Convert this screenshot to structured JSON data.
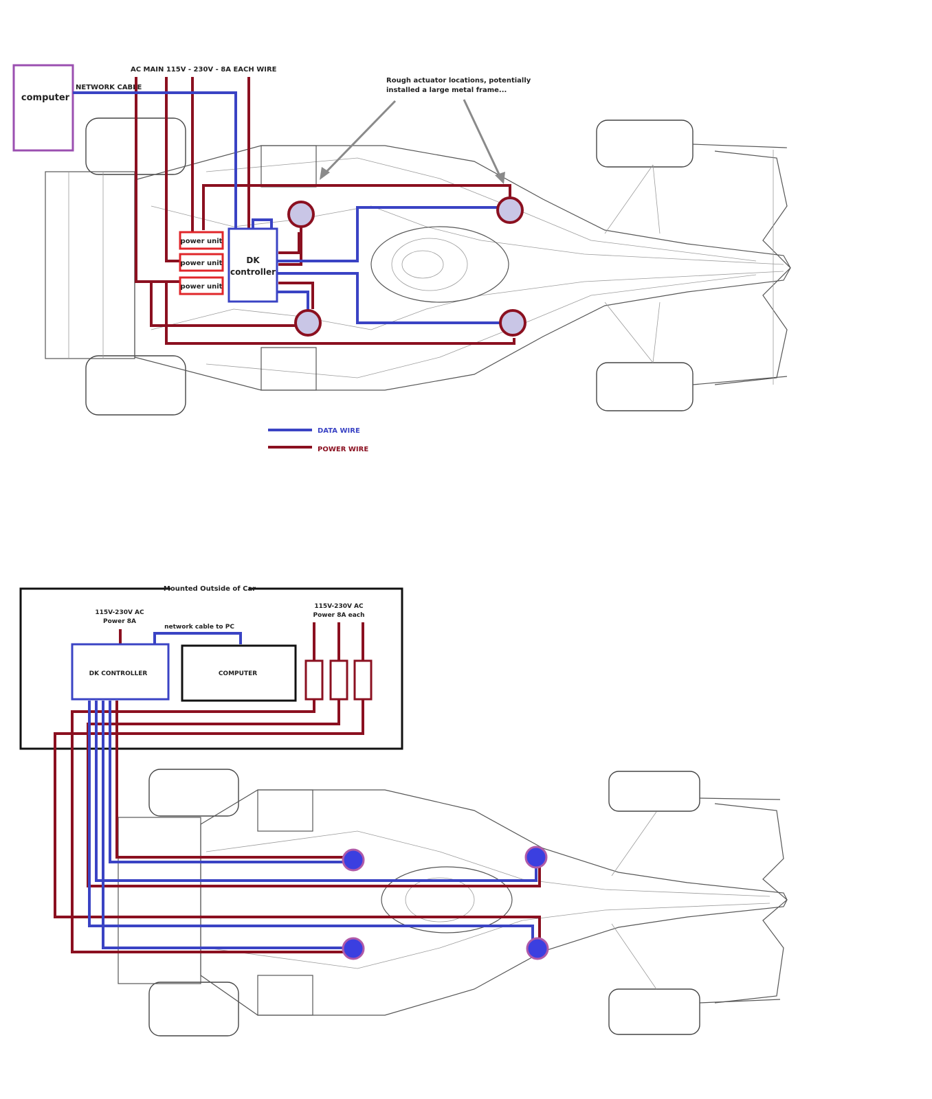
{
  "colors": {
    "data_wire": "#3a43c4",
    "power_wire": "#8b1020",
    "computer_border": "#9b4fb0",
    "power_unit_border": "#e0262a",
    "actuator_fill_top": "#c9c6e6",
    "actuator_fill_bottom": "#3b3fe0",
    "actuator_ring_bottom": "#b05aa8"
  },
  "top_diagram": {
    "computer_label": "computer",
    "network_cable_label": "NETWORK CABLE",
    "ac_main_label": "AC MAIN 115V - 230V - 8A EACH WIRE",
    "actuator_note_line1": "Rough actuator locations, potentially",
    "actuator_note_line2": "installed a large metal frame...",
    "power_units": [
      "power unit",
      "power unit",
      "power unit"
    ],
    "controller_line1": "DK",
    "controller_line2": "controller",
    "legend": {
      "data_wire": "DATA WIRE",
      "power_wire": "POWER WIRE"
    }
  },
  "bottom_diagram": {
    "enclosure_label": "Mounted Outside of Car",
    "controller_power_line1": "115V-230V AC",
    "controller_power_line2": "Power 8A",
    "network_label": "network cable to PC",
    "units_power_line1": "115V-230V AC",
    "units_power_line2": "Power 8A each",
    "controller_label": "DK CONTROLLER",
    "computer_label": "COMPUTER"
  }
}
